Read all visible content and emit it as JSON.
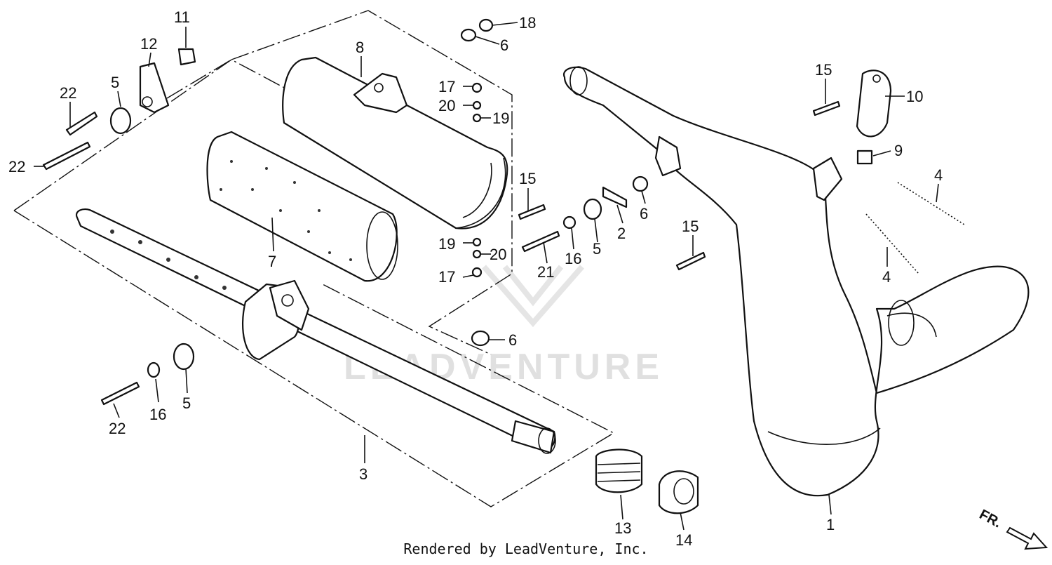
{
  "diagram": {
    "watermark": "LEADVENTURE",
    "front_indicator": "FR.",
    "callouts": [
      "1",
      "2",
      "3",
      "4",
      "4",
      "5",
      "5",
      "5",
      "6",
      "6",
      "6",
      "7",
      "8",
      "9",
      "10",
      "11",
      "12",
      "13",
      "14",
      "15",
      "15",
      "15",
      "16",
      "16",
      "17",
      "17",
      "18",
      "19",
      "19",
      "20",
      "20",
      "21",
      "22",
      "22",
      "22"
    ]
  },
  "footer": {
    "text": "Rendered by LeadVenture, Inc."
  }
}
